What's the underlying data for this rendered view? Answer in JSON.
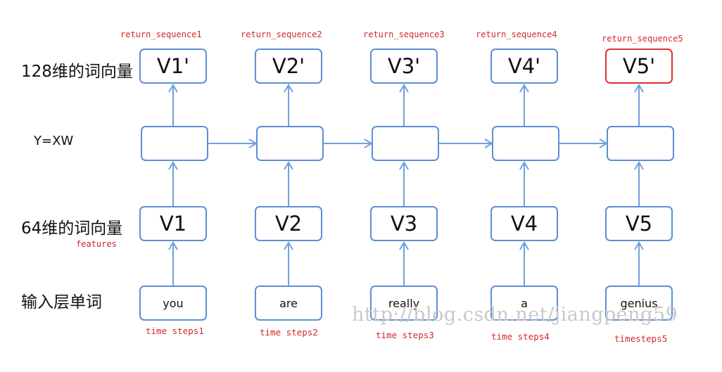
{
  "labels": {
    "output_row": "128维的词向量",
    "hidden_row": "Y=XW",
    "input_row": "64维的词向量",
    "features": "features",
    "word_row": "输入层单词"
  },
  "columns": [
    {
      "return_label": "return_sequence1",
      "output": "V1'",
      "input": "V1",
      "word": "you",
      "timestep": "time steps1",
      "highlight": false
    },
    {
      "return_label": "return_sequence2",
      "output": "V2'",
      "input": "V2",
      "word": "are",
      "timestep": "time steps2",
      "highlight": false
    },
    {
      "return_label": "return_sequence3",
      "output": "V3'",
      "input": "V3",
      "word": "really",
      "timestep": "time steps3",
      "highlight": false
    },
    {
      "return_label": "return_sequence4",
      "output": "V4'",
      "input": "V4",
      "word": "a",
      "timestep": "time steps4",
      "highlight": false
    },
    {
      "return_label": "return_sequence5",
      "output": "V5'",
      "input": "V5",
      "word": "genius",
      "timestep": "timesteps5",
      "highlight": true
    }
  ],
  "watermark": "http://blog.csdn.net/jiangpeng59",
  "colors": {
    "box_border": "#5b8fd4",
    "highlight_border": "#e03030",
    "arrow": "#6fa0dc",
    "annotation": "#d42828"
  }
}
